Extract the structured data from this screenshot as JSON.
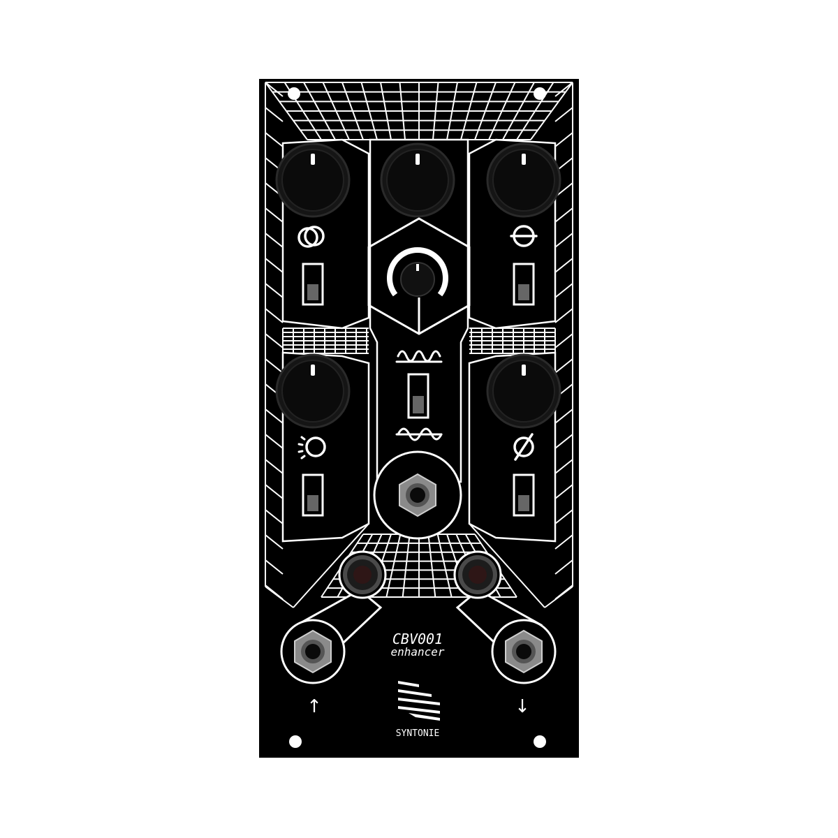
{
  "module": {
    "model": "CBV001",
    "name": "enhancer",
    "brand": "SYNTONIE",
    "logo_icon": "syntonie-logo-icon"
  },
  "colors": {
    "panel": "#000000",
    "line": "#ffffff",
    "knob": "#1a1a1a",
    "switch_body": "#666666"
  },
  "controls": {
    "knobs": [
      {
        "id": "knob-top-left",
        "symbol_icon": "double-loop-icon"
      },
      {
        "id": "knob-top-center"
      },
      {
        "id": "knob-top-right",
        "symbol_icon": "circle-bar-icon"
      },
      {
        "id": "knob-center-hex"
      },
      {
        "id": "knob-bottom-left",
        "symbol_icon": "dotted-ring-icon"
      },
      {
        "id": "knob-bottom-right",
        "symbol_icon": "phase-icon"
      }
    ],
    "switches": [
      {
        "id": "switch-left-upper"
      },
      {
        "id": "switch-right-upper"
      },
      {
        "id": "switch-center"
      },
      {
        "id": "switch-left-lower"
      },
      {
        "id": "switch-right-lower"
      }
    ],
    "jacks": [
      {
        "id": "jack-center"
      },
      {
        "id": "jack-mid-left"
      },
      {
        "id": "jack-mid-right"
      },
      {
        "id": "jack-input",
        "arrow": "↑"
      },
      {
        "id": "jack-output",
        "arrow": "↓"
      }
    ],
    "switch_symbols": {
      "upper": "wave-upper-icon",
      "lower": "wave-lower-icon"
    }
  }
}
